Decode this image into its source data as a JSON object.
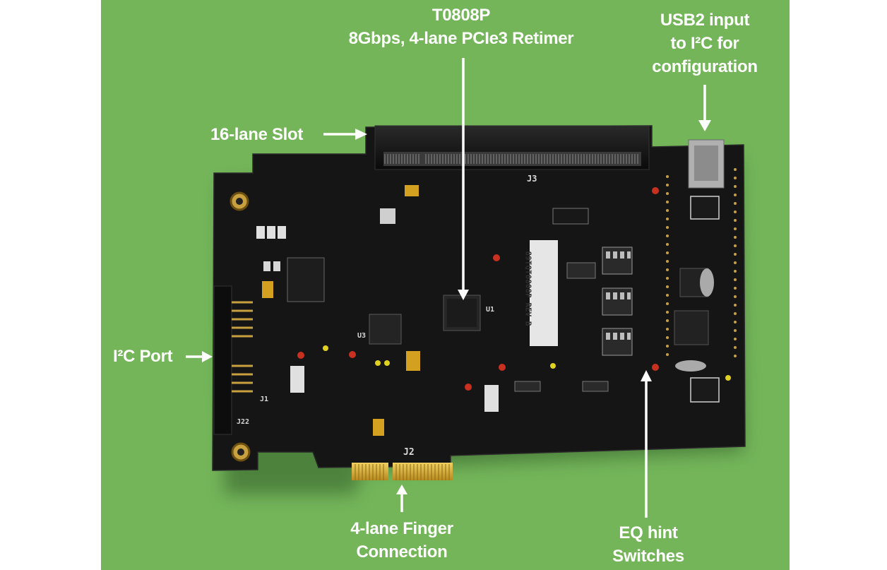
{
  "labels": {
    "retimer": {
      "line1": "T0808P",
      "line2": "8Gbps, 4-lane PCIe3 Retimer"
    },
    "usb": {
      "line1": "USB2 input",
      "line2": "to I²C for",
      "line3": "configuration"
    },
    "slot": "16-lane Slot",
    "i2c_port": "I²C Port",
    "finger": {
      "line1": "4-lane Finger",
      "line2": "Connection"
    },
    "eq": {
      "line1": "EQ hint",
      "line2": "Switches"
    }
  },
  "board_markings": {
    "label_block": "89TQT0808P REV B",
    "j2": "J2",
    "j3": "J3",
    "j1": "J1",
    "j22": "J22",
    "u1": "U1",
    "u3": "U3"
  },
  "colors": {
    "background": "#74b55a",
    "pcb": "#151515",
    "gold": "#d8b23a",
    "label_text": "#ffffff"
  }
}
